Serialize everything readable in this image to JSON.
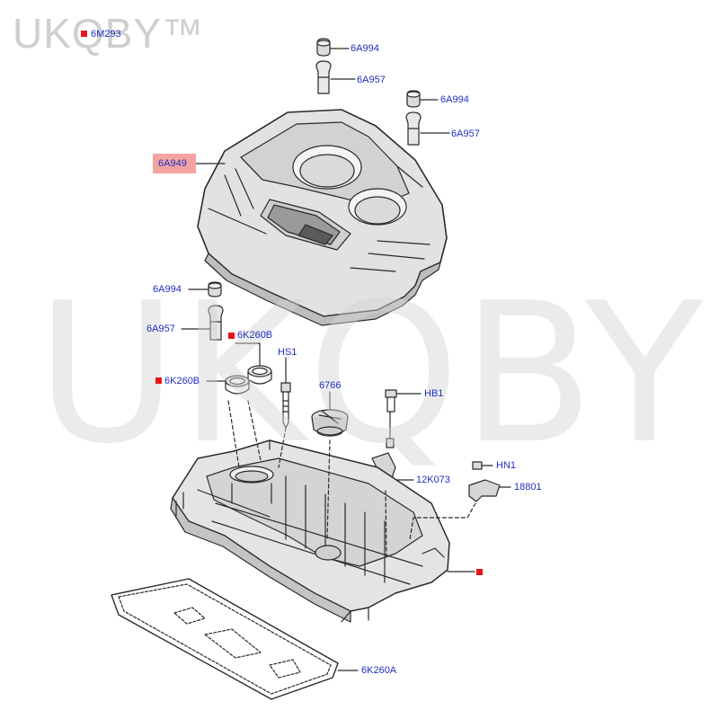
{
  "watermarks": {
    "corner": "UKQBY™",
    "center": "UKQBY™"
  },
  "colors": {
    "label_text": "#1f2fbf",
    "marker": "#e8141c",
    "highlight": "#f4a3a3",
    "line_art": "#2a2a2a"
  },
  "labels": {
    "p6M293": "6M293",
    "p6A994_top": "6A994",
    "p6A957_top": "6A957",
    "p6A994_right": "6A994",
    "p6A957_right": "6A957",
    "p6A949": "6A949",
    "p6A994_left": "6A994",
    "p6A957_left": "6A957",
    "p6K260B_upper": "6K260B",
    "pHS1": "HS1",
    "p6K260B_lower": "6K260B",
    "p6766": "6766",
    "pHB1": "HB1",
    "pHN1": "HN1",
    "p12K073": "12K073",
    "p18801": "18801",
    "p6K260A": "6K260A"
  }
}
